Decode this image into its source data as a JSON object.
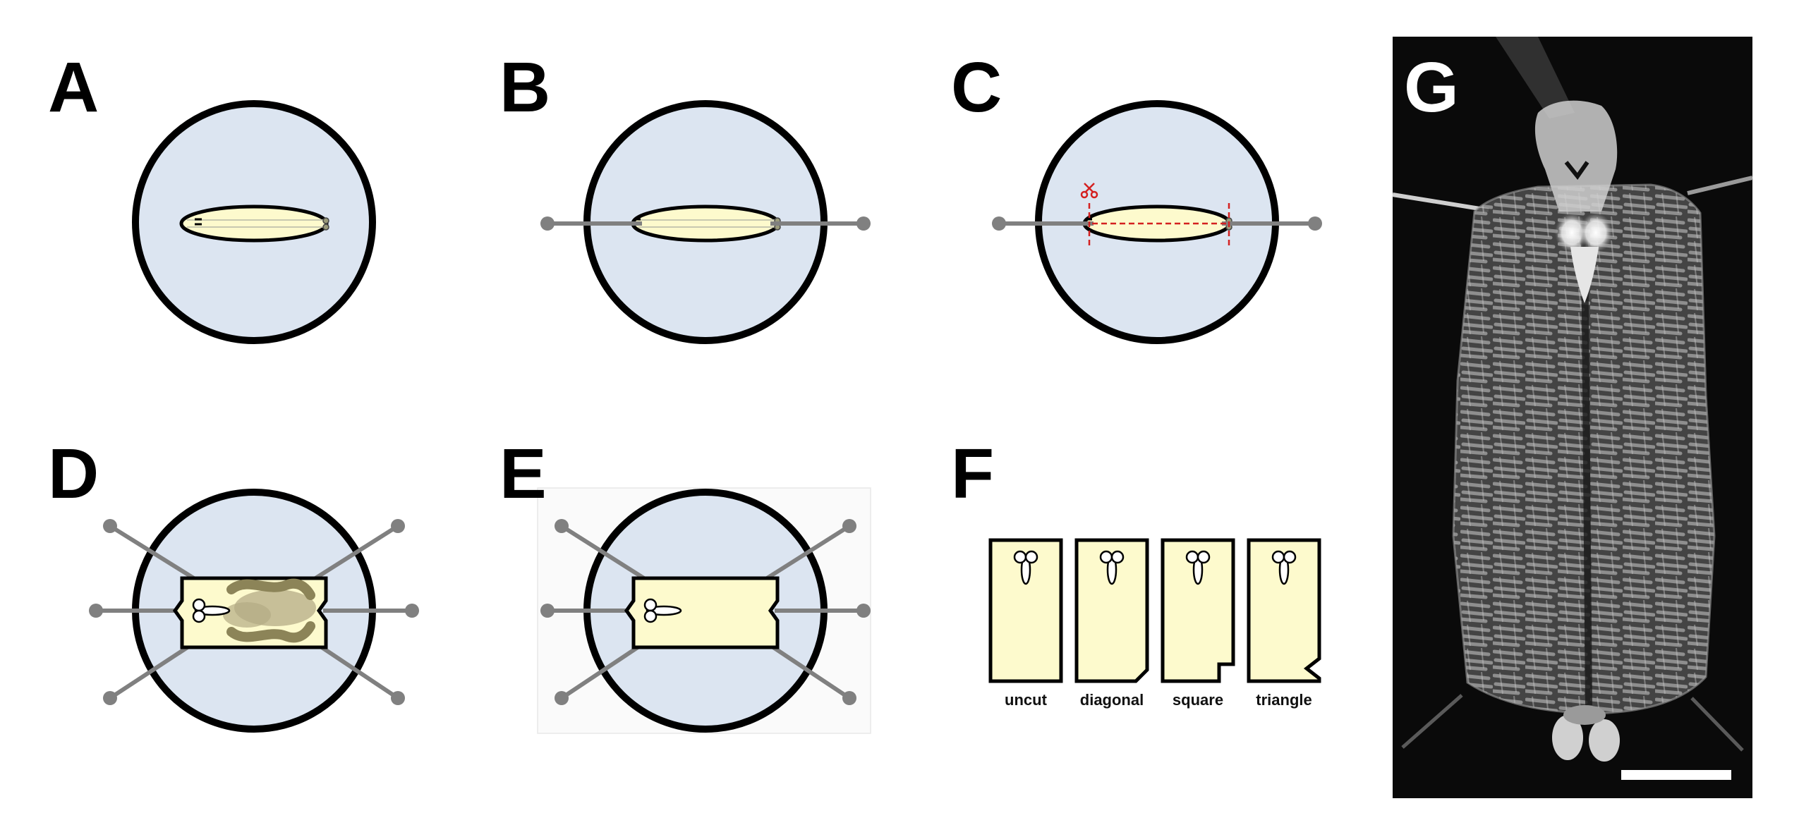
{
  "panels": {
    "a": {
      "label": "A"
    },
    "b": {
      "label": "B"
    },
    "c": {
      "label": "C"
    },
    "d": {
      "label": "D"
    },
    "e": {
      "label": "E"
    },
    "f": {
      "label": "F",
      "cut_types": [
        "uncut",
        "diagonal",
        "square",
        "triangle"
      ]
    },
    "g": {
      "label": "G"
    }
  },
  "colors": {
    "dish": "#dce5f1",
    "larva": "#fdfacd",
    "pin": "#808080",
    "gut": "#8c8458",
    "gut_light": "#b4ab85",
    "cut_line": "#d42020",
    "photo_bg": "#0a0a0a"
  },
  "icons": {
    "pin": "pin-icon",
    "scissors": "scissors-icon",
    "brain": "brain-lobes-icon",
    "scale_bar": "scale-bar"
  }
}
